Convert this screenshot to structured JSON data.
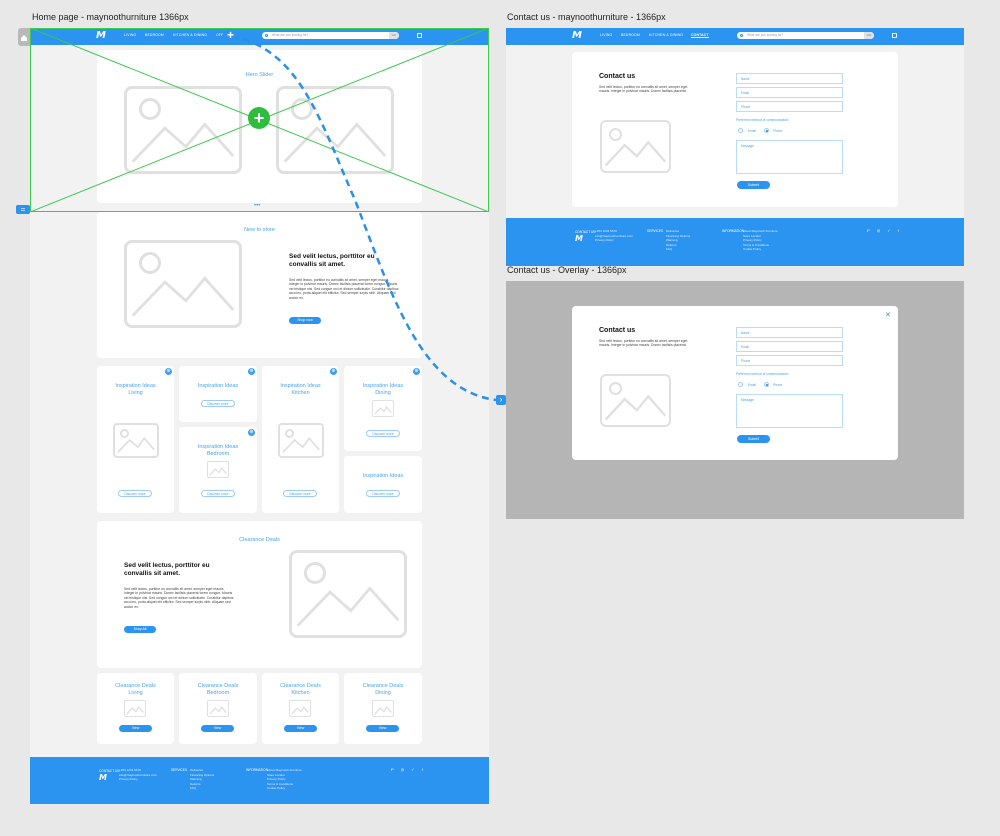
{
  "artboards": {
    "home": "Home page - maynoothurniture 1366px",
    "contact": "Contact us - maynoothurniture - 1366px",
    "overlay": "Contact us - Overlay - 1366px"
  },
  "header": {
    "logo": "M",
    "nav": [
      "LIVING",
      "BEDROOM",
      "KITCHEN & DINING",
      "OFF"
    ],
    "nav_contact": [
      "LIVING",
      "BEDROOM",
      "KITCHEN & DINING",
      "CONTACT"
    ],
    "search_placeholder": "What are you looking for?",
    "search_button": "GO"
  },
  "home": {
    "hero_title": "Hero Slider",
    "hero_dots": "•••",
    "new_title": "New to store",
    "new_heading": "Sed velit lectus, porttitor eu convallis sit amet.",
    "new_body": "Sed velit lectus, porttitor eu convallis sit amet, semper eget mauris. Integer in pulvinar mauris. Donec facilisis placerat lorem congue. Mauris vel tristique nisi. Sed congue orci et dictum sollicitudin. Curabitur dapibus arcu leo, porta aliquet elit efficitur. Sed semper turpis nibh. Aliquam sed auctor ex.",
    "new_button": "Shop now",
    "inspiration": [
      {
        "title": "Inspiration Ideas\nLiving",
        "button": "Discover more"
      },
      {
        "title": "Inspiration Ideas",
        "button": "Discover more"
      },
      {
        "title": "Inspiration Ideas\nBedroom",
        "button": "Discover more"
      },
      {
        "title": "Inspiration Ideas\nKitchen",
        "button": "Discover more"
      },
      {
        "title": "Inspiration Ideas\nDining",
        "button": "Discover more"
      },
      {
        "title": "Inspiration Ideas",
        "button": "Discover more"
      }
    ],
    "pin_label": "⊕",
    "clearance_title": "Clearance Deals",
    "clearance_heading": "Sed velit lectus, porttitor eu convallis sit amet.",
    "clearance_body": "Sed velit lectus, porttitor eu convallis sit amet, semper eget mauris. Integer in pulvinar mauris. Donec facilisis placerat lorem congue. Mauris vel tristique nisi. Sed congue orci et dictum sollicitudin. Curabitur dapibus arcu leo, porta aliquet elit efficitur. Sed semper turpis nibh. Aliquam sed auctor ex.",
    "clearance_button": "Shop All",
    "deals": [
      {
        "title": "Clearance Deals\nLiving",
        "button": "View"
      },
      {
        "title": "Clearance Deals\nBedroom",
        "button": "View"
      },
      {
        "title": "Clearance Deals\nKitchen",
        "button": "View"
      },
      {
        "title": "Clearance Deals\nDining",
        "button": "View"
      }
    ]
  },
  "footer": {
    "col1_head": "CONTACT US",
    "col1": "+353 1234 5678\ninfo@maynoothurniture.com\nPrivacy Policy",
    "col2_head": "SERVICES",
    "col2": "Deliveries\nFinancing Options\nWarranty\nReturns\nFAQ",
    "col3_head": "INFORMATION",
    "col3": "About Maynooth Furniture\nStore Locator\nPrivacy Policy\nTerms & Conditions\nCookie Policy",
    "social": "P ◎ ✓ f"
  },
  "contact": {
    "title": "Contact us",
    "body": "Sed velit lectus, porttitor eu convallis sit amet, semper eget mauris. Integer in pulvinar mauris. Donec facilisis placerat.",
    "name": "Name",
    "email": "Email",
    "phone": "Phone",
    "pref": "Preferred method of communication",
    "opt_email": "Email",
    "opt_phone": "Phone",
    "message": "Message",
    "submit": "Submit",
    "close": "✕"
  },
  "colors": {
    "brand": "#2b93f0",
    "selection": "#3ec84e",
    "overlay": "#b5b5b5"
  }
}
